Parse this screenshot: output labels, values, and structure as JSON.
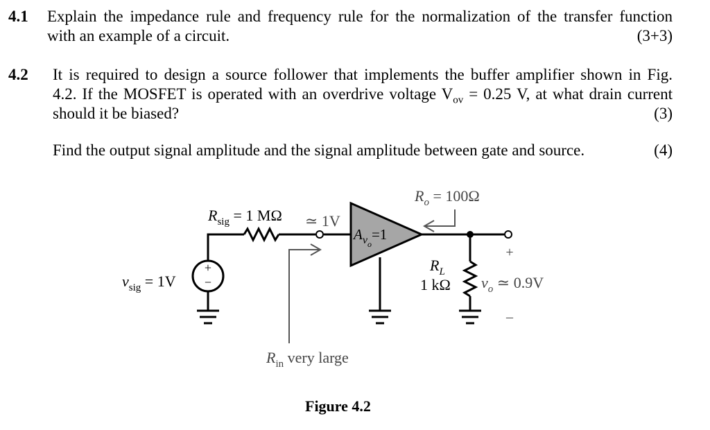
{
  "q41": {
    "number": "4.1",
    "line1": "Explain the impedance rule and frequency rule for the normalization of the transfer function",
    "line2": "with an example of a circuit.",
    "marks": "(3+3)"
  },
  "q42": {
    "number": "4.2",
    "line1": "It is required to design a source follower that implements the buffer amplifier shown in Fig.",
    "line2_pre": "4.2. If the MOSFET is operated with an overdrive voltage V",
    "line2_sub": "ov",
    "line2_post": " = 0.25 V, at what drain current",
    "line3": "should it be biased?",
    "marks": "(3)",
    "part2": "Find the output signal amplitude and the signal amplitude between gate and source.",
    "part2_marks": "(4)"
  },
  "figure": {
    "rsig_sym": "R",
    "rsig_sub": "sig",
    "rsig_val": " = 1 MΩ",
    "approx_1v": "≃ 1V",
    "ro_sym": "R",
    "ro_sub": "o",
    "ro_val": " = 100Ω",
    "amp_sym": "A",
    "amp_sub": "v",
    "amp_subsub": "o",
    "amp_val": "=1",
    "vsig_sym": "v",
    "vsig_sub": "sig",
    "vsig_val": " = 1V",
    "src_plus": "+",
    "src_minus": "−",
    "rl_sym": "R",
    "rl_sub": "L",
    "rl_val": "1 kΩ",
    "vo_sym": "v",
    "vo_sub": "o",
    "vo_val": " ≃ 0.9V",
    "out_plus": "+",
    "out_minus": "–",
    "rin_sym": "R",
    "rin_sub": "in",
    "rin_val": " very large",
    "caption": "Figure 4.2"
  }
}
